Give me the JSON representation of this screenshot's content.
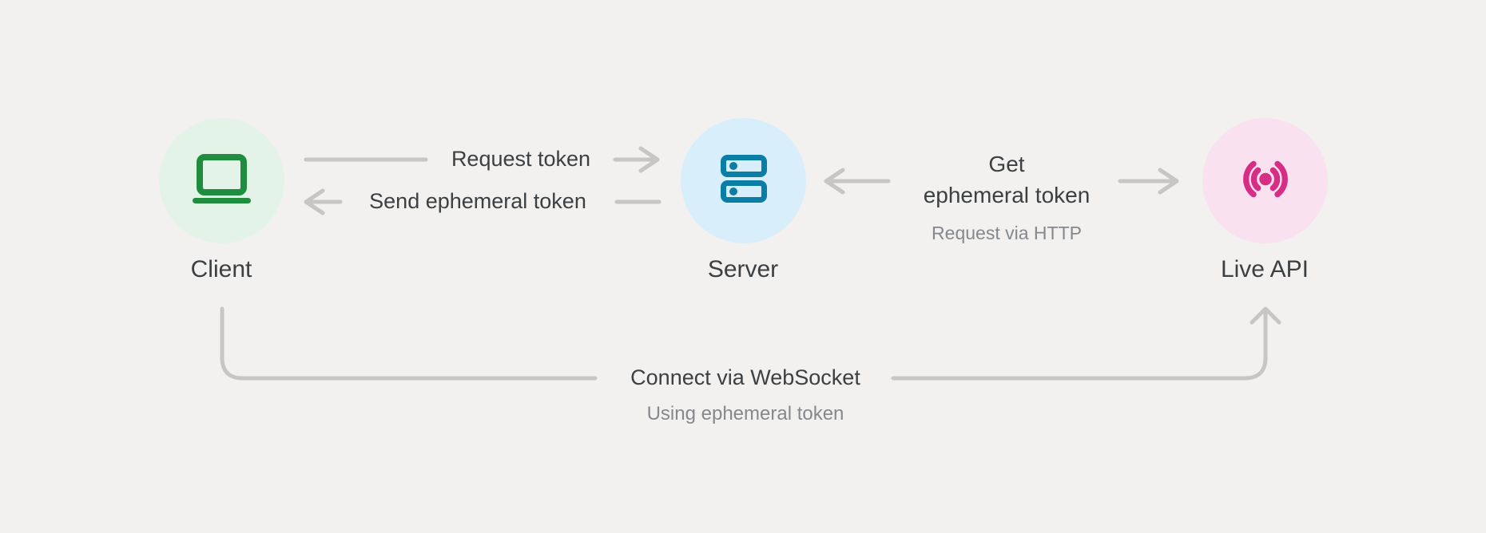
{
  "diagram": {
    "background_color": "#f2f1ef",
    "connector_color": "#c7c6c4",
    "label_color": "#3c4043",
    "sublabel_color": "#85888c",
    "nodes": {
      "client": {
        "label": "Client",
        "icon": "laptop-icon",
        "circle_color": "#e4f3e7",
        "icon_color": "#1e8e3e"
      },
      "server": {
        "label": "Server",
        "icon": "server-icon",
        "circle_color": "#d9eefb",
        "icon_color": "#0a7ea4"
      },
      "live_api": {
        "label": "Live API",
        "icon": "broadcast-icon",
        "circle_color": "#fae1ef",
        "icon_color": "#d72e85"
      }
    },
    "edges": {
      "request_token": {
        "from": "Client",
        "to": "Server",
        "label": "Request token",
        "arrow_direction": "right"
      },
      "send_ephemeral_token": {
        "from": "Server",
        "to": "Client",
        "label": "Send ephemeral token",
        "arrow_direction": "left"
      },
      "get_ephemeral_token": {
        "from": "Server",
        "to": "Live API",
        "label": "Get ephemeral token",
        "label_lines": [
          "Get",
          "ephemeral token"
        ],
        "sublabel": "Request via HTTP",
        "arrow_direction": "both-outward"
      },
      "connect_websocket": {
        "from": "Client",
        "to": "Live API",
        "label": "Connect via WebSocket",
        "sublabel": "Using ephemeral token",
        "arrow_direction": "up-into-live-api"
      }
    }
  }
}
